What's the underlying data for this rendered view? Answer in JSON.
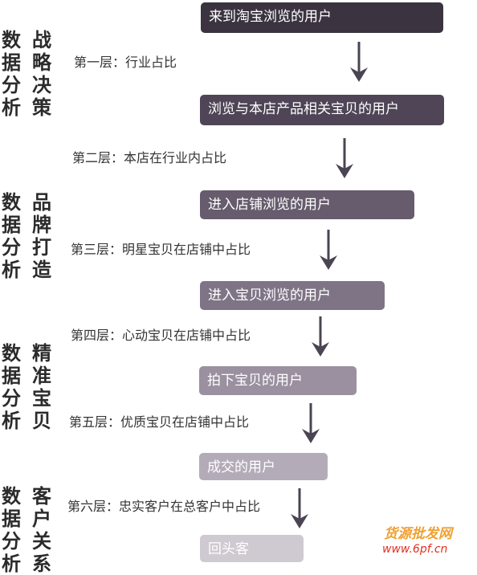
{
  "left_columns": [
    {
      "col1": [
        "数",
        "据",
        "分",
        "析"
      ],
      "col2": [
        "战",
        "略",
        "决",
        "策"
      ]
    },
    {
      "col1": [
        "数",
        "据",
        "分",
        "析"
      ],
      "col2": [
        "品",
        "牌",
        "打",
        "造"
      ]
    },
    {
      "col1": [
        "数",
        "据",
        "分",
        "析"
      ],
      "col2": [
        "精",
        "准",
        "宝",
        "贝"
      ]
    },
    {
      "col1": [
        "数",
        "据",
        "分",
        "析"
      ],
      "col2": [
        "客",
        "户",
        "关",
        "系"
      ]
    }
  ],
  "steps": [
    {
      "label": "来到淘宝浏览的用户",
      "color": "#3b3440"
    },
    {
      "label": "浏览与本店产品相关宝贝的用户",
      "color": "#4f4556"
    },
    {
      "label": "进入店铺浏览的用户",
      "color": "#665c6d"
    },
    {
      "label": "进入宝贝浏览的用户",
      "color": "#7f7486"
    },
    {
      "label": "拍下宝贝的用户",
      "color": "#9a90a0"
    },
    {
      "label": "成交的用户",
      "color": "#b4abb8"
    },
    {
      "label": "回头客",
      "color": "#cfc9d1"
    }
  ],
  "layers": [
    "第一层：行业占比",
    "第二层：本店在行业内占比",
    "第三层：明星宝贝在店铺中占比",
    "第四层：心动宝贝在店铺中占比",
    "第五层：优质宝贝在店铺中占比",
    "第六层：忠实客户在总客户中占比"
  ],
  "arrow_color": "#4a4453",
  "watermark": {
    "line1": "货源批发网",
    "line2": "www.6pf.cn"
  }
}
